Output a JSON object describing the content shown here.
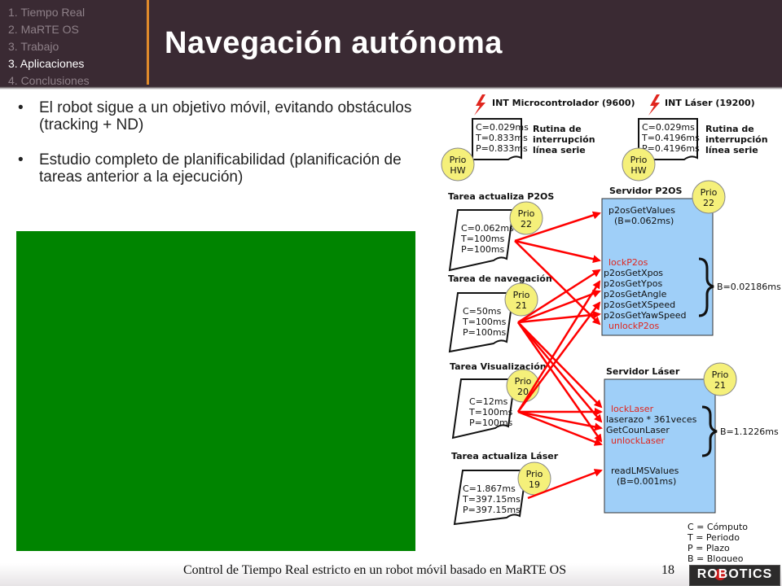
{
  "outline": {
    "items": [
      "1. Tiempo Real",
      "2. MaRTE OS",
      "3. Trabajo",
      "3. Aplicaciones",
      "4. Conclusiones"
    ],
    "active_index": 3
  },
  "title": "Navegación autónoma",
  "bullets": [
    "El robot sigue a un objetivo móvil, evitando obstáculos (tracking + ND)",
    "Estudio completo de planificabilidad (planificación de tareas anterior a la ejecución)"
  ],
  "diagram": {
    "interrupts": [
      {
        "title": "INT Microcontrolador (9600)",
        "lines": [
          "C=0.029ms",
          "T=0.833ms",
          "P=0.833ms"
        ],
        "desc": [
          "Rutina de",
          "interrupción",
          "línea serie"
        ],
        "prio": [
          "Prio",
          "HW"
        ]
      },
      {
        "title": "INT Láser (19200)",
        "lines": [
          "C=0.029ms",
          "T=0.4196ms",
          "P=0.4196ms"
        ],
        "desc": [
          "Rutina de",
          "interrupción",
          "línea serie"
        ],
        "prio": [
          "Prio",
          "HW"
        ]
      }
    ],
    "tasks": [
      {
        "title": "Tarea actualiza P2OS",
        "lines": [
          "C=0.062ms",
          "T=100ms",
          "P=100ms"
        ],
        "prio": [
          "Prio",
          "22"
        ]
      },
      {
        "title": "Tarea de navegación",
        "lines": [
          "C=50ms",
          "T=100ms",
          "P=100ms"
        ],
        "prio": [
          "Prio",
          "21"
        ]
      },
      {
        "title": "Tarea Visualización",
        "lines": [
          "C=12ms",
          "T=100ms",
          "P=100ms"
        ],
        "prio": [
          "Prio",
          "20"
        ]
      },
      {
        "title": "Tarea actualiza Láser",
        "lines": [
          "C=1.867ms",
          "T=397.15ms",
          "P=397.15ms"
        ],
        "prio": [
          "Prio",
          "19"
        ]
      }
    ],
    "servers": [
      {
        "title": "Servidor P2OS",
        "prio": [
          "Prio",
          "22"
        ],
        "top_items": [
          "p2osGetValues",
          "(B=0.062ms)"
        ],
        "items": [
          {
            "text": "lockP2os",
            "color": "#e0261e"
          },
          {
            "text": "p2osGetXpos",
            "color": "#111111"
          },
          {
            "text": "p2osGetYpos",
            "color": "#111111"
          },
          {
            "text": "p2osGetAngle",
            "color": "#111111"
          },
          {
            "text": "p2osGetXSpeed",
            "color": "#111111"
          },
          {
            "text": "p2osGetYawSpeed",
            "color": "#111111"
          },
          {
            "text": "unlockP2os",
            "color": "#e0261e"
          }
        ],
        "block": "B=0.02186ms"
      },
      {
        "title": "Servidor Láser",
        "prio": [
          "Prio",
          "21"
        ],
        "items": [
          {
            "text": "lockLaser",
            "color": "#e0261e"
          },
          {
            "text": "laserazo * 361veces",
            "color": "#111111"
          },
          {
            "text": "GetCounLaser",
            "color": "#111111"
          },
          {
            "text": "unlockLaser",
            "color": "#e0261e"
          }
        ],
        "bottom_items": [
          "readLMSValues",
          "(B=0.001ms)"
        ],
        "block": "B=1.1226ms"
      }
    ],
    "legend": [
      "C = Cómputo",
      "T = Periodo",
      "P = Plazo",
      "B = Bloqueo"
    ],
    "colors": {
      "arrow": "#ff0000",
      "server_fill": "#9fcff8",
      "prio_fill": "#f5f07a",
      "lightning": "#e0261e"
    }
  },
  "footer": {
    "text": "Control de Tiempo Real estricto en un robot móvil basado en MaRTE OS",
    "page": "18",
    "logo": "ROBOTICS"
  }
}
